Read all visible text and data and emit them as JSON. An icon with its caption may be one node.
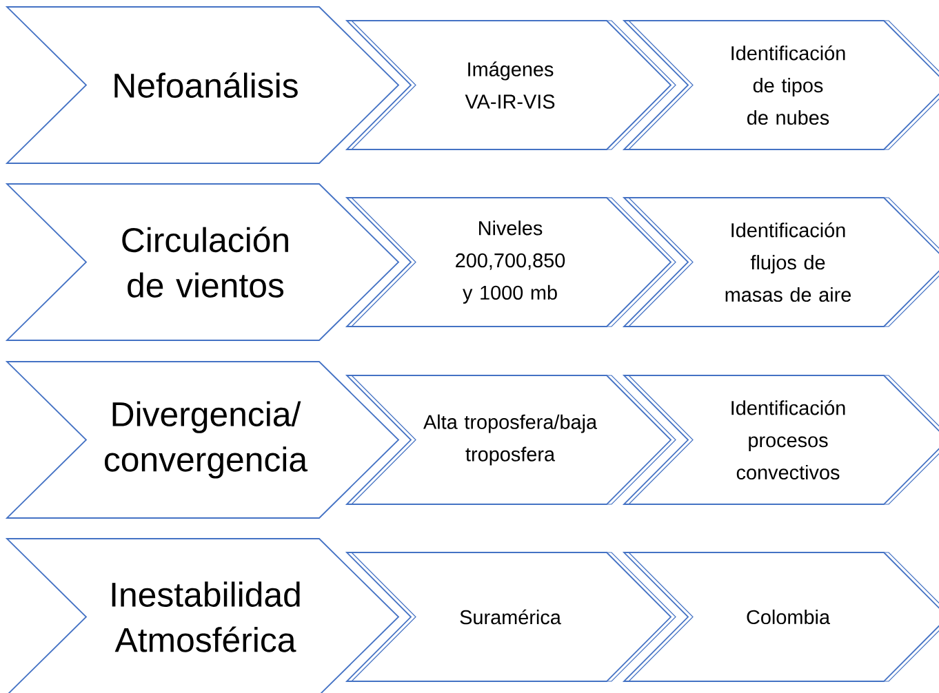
{
  "diagram": {
    "nodes": [
      {
        "text": [
          "Nefoanálisis"
        ]
      },
      {
        "text": [
          "Imágenes VA-IR-VIS"
        ]
      },
      {
        "text": [
          "Identificación de tipos de nubes"
        ]
      },
      {
        "text": [
          "Circulación de vientos"
        ]
      },
      {
        "text": [
          "Niveles 200,700,850 y 1000 mb"
        ]
      },
      {
        "text": [
          "Identificación flujos de masas de aire"
        ]
      },
      {
        "text": [
          "Divergencia/ convergencia"
        ]
      },
      {
        "text": [
          "Alta troposfera/baja troposfera"
        ]
      },
      {
        "text": [
          "Identificación procesos convectivos"
        ]
      },
      {
        "text": [
          "Inestabilidad Atmosférica"
        ]
      },
      {
        "text": [
          "Suramérica"
        ]
      },
      {
        "text": [
          "Colombia"
        ]
      }
    ]
  }
}
